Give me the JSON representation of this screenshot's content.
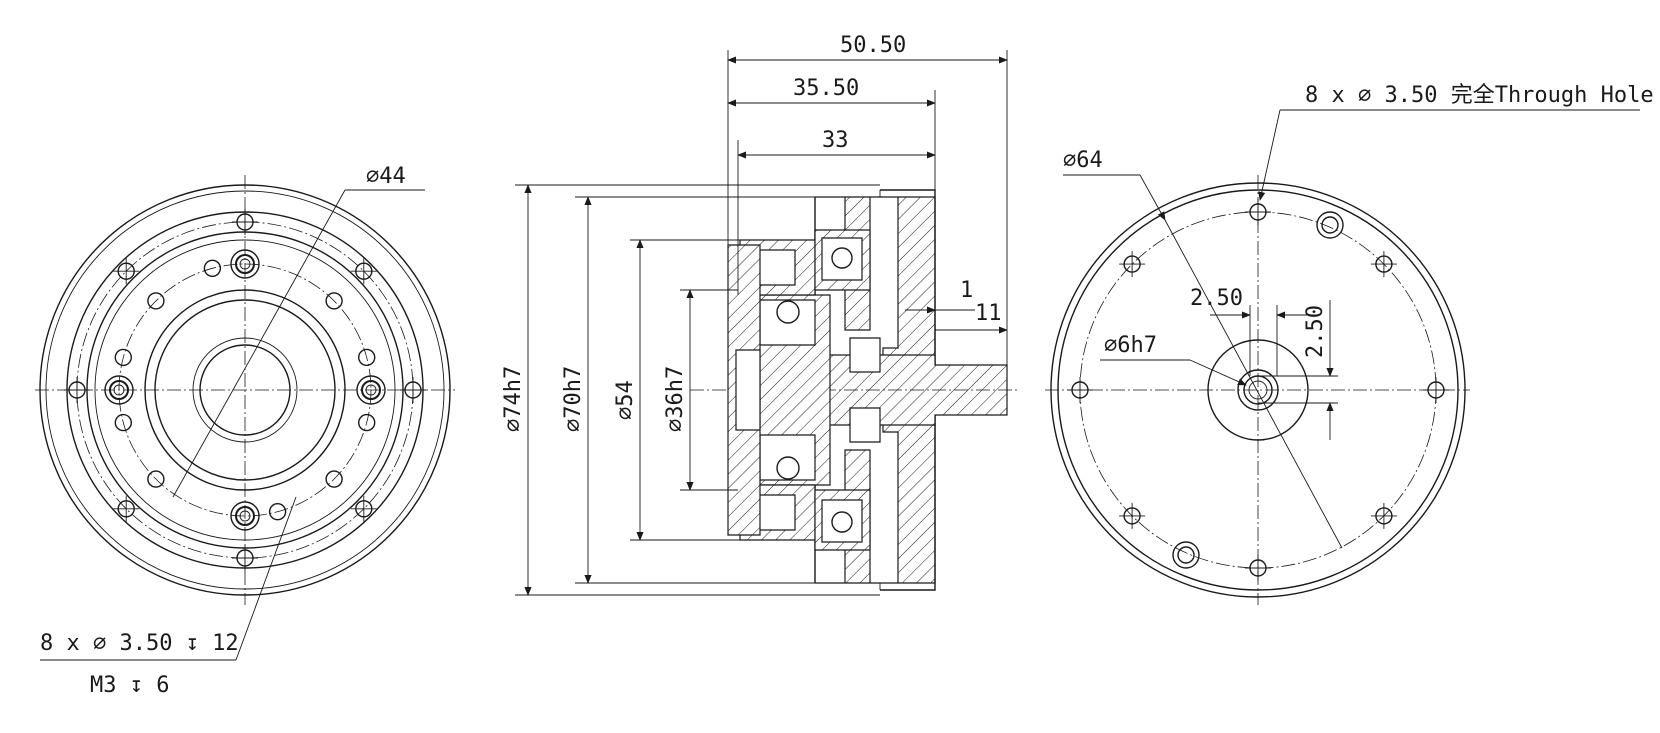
{
  "front_view": {
    "dia_label": "∅44",
    "hole_callout_line1": "8 x ∅ 3.50 ↧ 12",
    "hole_callout_line2": "M3 ↧ 6"
  },
  "section_view": {
    "len_total": "50.50",
    "len_mid": "35.50",
    "len_inner": "33",
    "offset_small": "1",
    "offset_shaft": "11",
    "dia_outer": "∅74h7",
    "dia_pilot": "∅70h7",
    "dia_mid": "∅54",
    "dia_inner": "∅36h7"
  },
  "rear_view": {
    "dia_label": "∅64",
    "hole_callout": "8 x ∅ 3.50 完全Through Hole",
    "shaft_label": "∅6h7",
    "dim_horizontal": "2.50",
    "dim_vertical": "2.50"
  }
}
